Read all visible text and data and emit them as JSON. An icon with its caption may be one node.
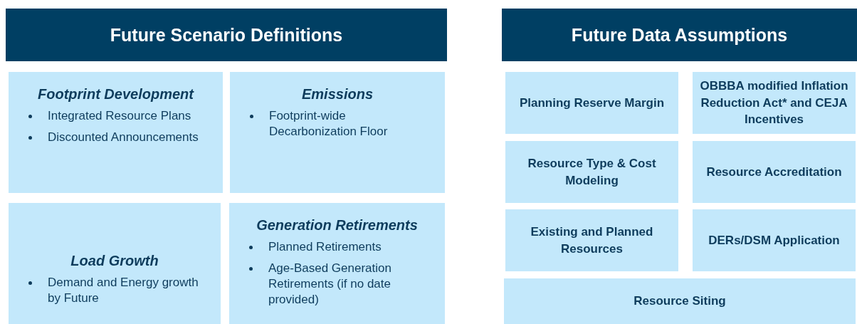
{
  "diagram": {
    "nodes": [
      {
        "text": [
          "Future Scenario Definitions"
        ]
      },
      {
        "text": [
          "Footprint Development",
          "Integrated Resource Plans",
          "Discounted Announcements"
        ]
      },
      {
        "text": [
          "Emissions",
          "Footprint-wide Decarbonization Floor"
        ]
      },
      {
        "text": [
          "Load Growth",
          "Demand and Energy growth by Future"
        ]
      },
      {
        "text": [
          "Generation Retirements",
          "Planned Retirements",
          "Age-Based Generation Retirements (if no date provided)"
        ]
      },
      {
        "text": [
          "Future Data Assumptions"
        ]
      },
      {
        "text": [
          "Planning Reserve Margin"
        ]
      },
      {
        "text": [
          "OBBBA modified Inflation Reduction Act* and CEJA Incentives"
        ]
      },
      {
        "text": [
          "Resource Type & Cost Modeling"
        ]
      },
      {
        "text": [
          "Resource Accreditation"
        ]
      },
      {
        "text": [
          "Existing and Planned Resources"
        ]
      },
      {
        "text": [
          "DERs/DSM Application"
        ]
      },
      {
        "text": [
          "Resource Siting"
        ]
      }
    ]
  }
}
